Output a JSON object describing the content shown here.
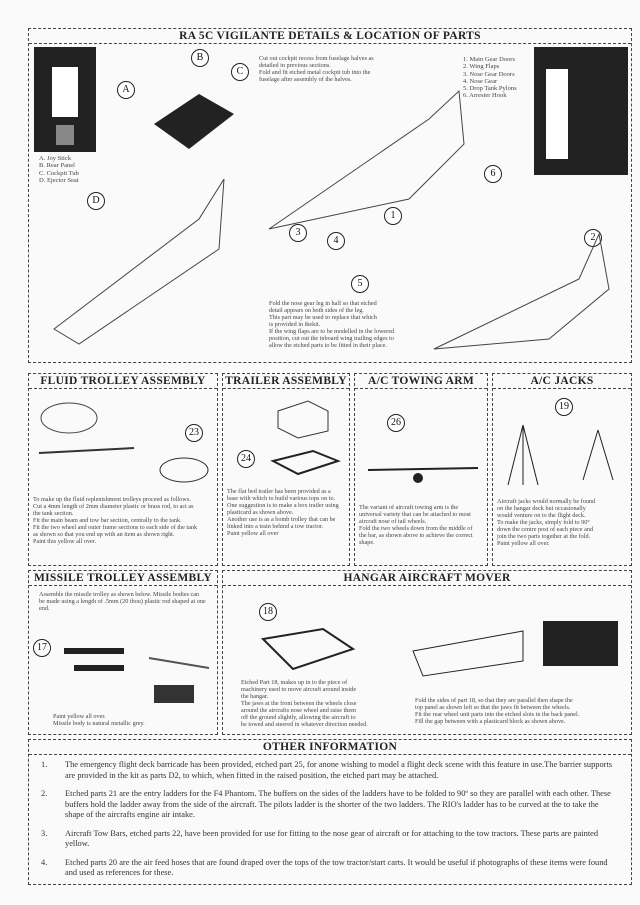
{
  "vigilante": {
    "title": "RA 5C VIGILANTE DETAILS & LOCATION OF PARTS",
    "cockpit_legend": [
      "A.  Joy Stick",
      "B.  Rear Panel",
      "C.  Cockpit Tub",
      "D.  Ejector Seat"
    ],
    "cockpit_note": [
      "Cut out cockpit recess from fuselage halves as",
      "detailed in previous sections.",
      "Fold and fit etched metal cockpit tub into the",
      "fuselage after assembly of the halves."
    ],
    "parts_list": [
      "1.  Main Gear Doors",
      "2.  Wing Flaps",
      "3.  Nose Gear Doors",
      "4.  Nose Gear",
      "5.  Drop Tank Pylons",
      "6.  Arrester Hook"
    ],
    "nose_gear_note": [
      "Fold the nose gear leg in half so that etched",
      "detail appears on both sides of the leg.",
      "This part may be used to replace that which",
      "is provided in thekit.",
      "If the wing flaps are to be modelled in the lowered",
      "position, cut out the inboard wing trailing edges to",
      "allow the etched parts to be fitted in their place."
    ],
    "callouts": {
      "a": "A",
      "b": "B",
      "c": "C",
      "d": "D",
      "n1": "1",
      "n2": "2",
      "n3": "3",
      "n4": "4",
      "n5": "5",
      "n6": "6"
    }
  },
  "fluid_trolley": {
    "title": "FLUID TROLLEY ASSEMBLY",
    "part": "23",
    "text": [
      "To make up the fluid replenishment trolleys proceed as follows.",
      "Cut a 4mm length of 2mm diameter plastic or brass rod, to act as",
      "the tank section.",
      "Fit the main beam and tow bar section, centrally to the tank.",
      "Fit the two wheel and outer frame sections to each side of the tank",
      "as shown so that you end up with an item as shown right.",
      "Paint this yellow all over."
    ]
  },
  "trailer": {
    "title": "TRAILER ASSEMBLY",
    "part": "24",
    "text": [
      "The flat bed trailer has been provided as a",
      "base with which to build various tops on to.",
      "One suggestion is to make a box trailer using",
      "plasticard as shown above.",
      "Another use is as a bomb trolley that can be",
      "linked into a train behind a tow tractor.",
      "Paint yellow all over"
    ]
  },
  "towing_arm": {
    "title": "A/C TOWING ARM",
    "part": "26",
    "text": [
      "The variant of aircraft towing arm is the",
      "universal variety that can be attached to most",
      "aircraft nose of tail wheels.",
      "Fold the two wheels down from the middle of",
      "the bar, as shown above to achieve the correct",
      "shape."
    ]
  },
  "jacks": {
    "title": "A/C JACKS",
    "part": "19",
    "text": [
      "Aircraft jacks would normally be found",
      "on the hangar deck but occasionally",
      "would venture on to the flight deck.",
      "To make the jacks, simply fold to 90°",
      "down the centre post of each piece and",
      "join the two parts together at the fold.",
      "Paint yellow all over."
    ]
  },
  "missile_trolley": {
    "title": "MISSILE TROLLEY ASSEMBLY",
    "part": "17",
    "intro": [
      "Assemble the missile trolley as shown below.  Missile bodies can",
      "be made using a length of .5mm (20 thou) plastic rod shaped at one",
      "end."
    ],
    "paint": [
      "Paint yellow all over.",
      "Missile body is natural metallic grey."
    ]
  },
  "hangar_mover": {
    "title": "HANGAR AIRCRAFT MOVER",
    "part": "18",
    "text_left": [
      "Etched Part 18, makes up in to the piece of",
      "machinery used to move aircraft around inside",
      "the hangar.",
      "The jaws at the front between the wheels close",
      "around the aircrafts nose wheel and raise them",
      "off the ground slightly, allowing the aircraft to",
      "be towed and steered in whatever direction needed."
    ],
    "text_right": [
      "Fold the sides of part 18, so that they are parallel then shape the",
      "top panel as shown left so that the jaws fit between the wheels.",
      "Fit the rear wheel unit parts into the etched slots in the back panel.",
      "Fill the gap between with a plasticard block as shown above."
    ]
  },
  "other_info": {
    "title": "OTHER INFORMATION",
    "items": [
      {
        "n": "1.",
        "text": "The emergency flight deck barricade has been provided, etched part 25, for anone wishing to model a flight deck scene with this feature in use.The barrier supports are provided in the kit as parts D2, to which, when fitted in the raised position, the etched part may be attached."
      },
      {
        "n": "2.",
        "text": "Etched parts 21 are the entry ladders for the F4 Phantom. The buffers on the sides of the ladders have to be folded to 90º so they are parallel with each other. These buffers hold the ladder away from the side of the aircraft. The pilots ladder is the shorter of the two ladders. The RIO's ladder has to be curved at the to take the shape of the aircrafts engine air intake."
      },
      {
        "n": "3.",
        "text": "Aircraft Tow Bars, etched parts 22, have been provided for use for fitting to the nose gear of aircraft or for attaching to the tow tractors. These parts are painted yellow."
      },
      {
        "n": "4.",
        "text": "Etched parts 20 are the air feed hoses that are found draped over the tops of the tow tractor/start carts. It would be useful if photographs of these items were found and used as references for these."
      }
    ]
  }
}
